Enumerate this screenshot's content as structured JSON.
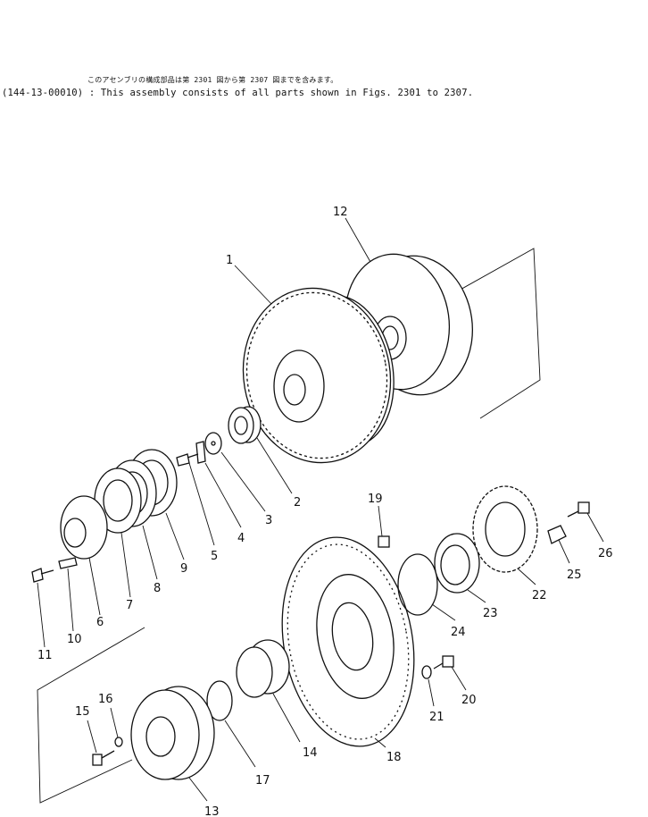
{
  "header": {
    "jp_note": "このアセンブリの構成部品は第 2301 図から第 2307 図までを含みます。",
    "en_note": "(144-13-00010) : This assembly consists of all parts shown in Figs. 2301 to 2307."
  },
  "callouts": [
    "1",
    "2",
    "3",
    "4",
    "5",
    "6",
    "7",
    "8",
    "9",
    "10",
    "11",
    "12",
    "13",
    "14",
    "15",
    "16",
    "17",
    "18",
    "19",
    "20",
    "21",
    "22",
    "23",
    "24",
    "25",
    "26"
  ]
}
